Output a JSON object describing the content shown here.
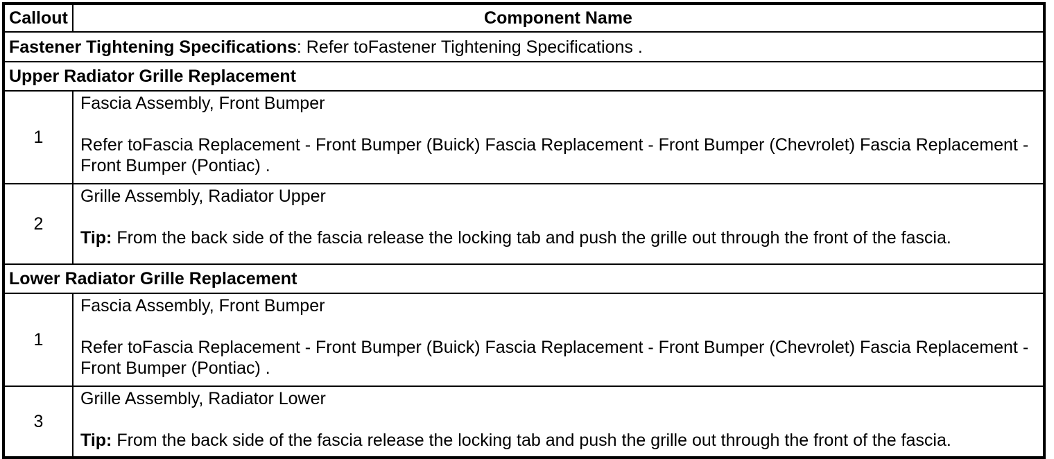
{
  "table": {
    "header": {
      "callout": "Callout",
      "component_name": "Component Name"
    },
    "fastener_row": {
      "label_bold": "Fastener Tightening Specifications",
      "text": ": Refer toFastener Tightening Specifications ."
    },
    "sections": [
      {
        "title": "Upper Radiator Grille Replacement",
        "rows": [
          {
            "callout": "1",
            "component": "Fascia Assembly, Front Bumper",
            "note_bold": "",
            "note": "Refer toFascia Replacement - Front Bumper (Buick) Fascia Replacement - Front Bumper (Chevrolet) Fascia Replacement - Front Bumper (Pontiac) ."
          },
          {
            "callout": "2",
            "component": "Grille Assembly, Radiator Upper",
            "note_bold": "Tip:",
            "note": " From the back side of the fascia release the locking tab and push the grille out through the front of the fascia."
          }
        ]
      },
      {
        "title": "Lower Radiator Grille Replacement",
        "rows": [
          {
            "callout": "1",
            "component": "Fascia Assembly, Front Bumper",
            "note_bold": "",
            "note": "Refer toFascia Replacement - Front Bumper (Buick) Fascia Replacement - Front Bumper (Chevrolet) Fascia Replacement - Front Bumper (Pontiac) ."
          },
          {
            "callout": "3",
            "component": "Grille Assembly, Radiator Lower",
            "note_bold": "Tip:",
            "note": " From the back side of the fascia release the locking tab and push the grille out through the front of the fascia."
          }
        ]
      }
    ]
  }
}
